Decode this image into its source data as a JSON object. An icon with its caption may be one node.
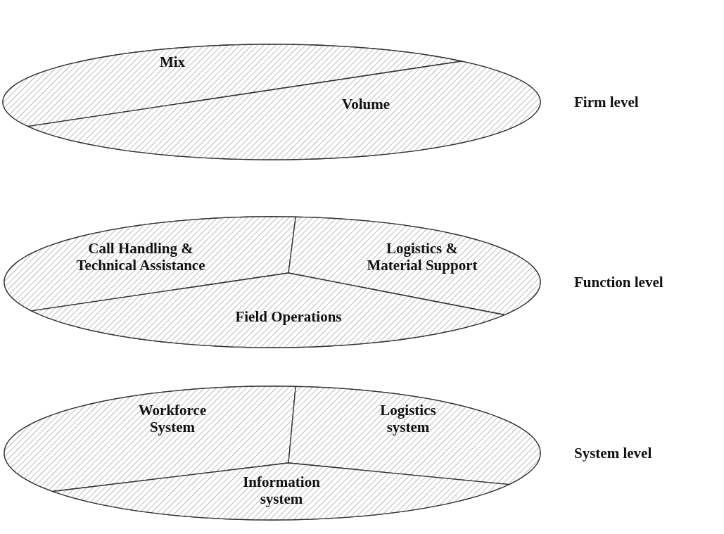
{
  "diagram": {
    "nodes": [
      {
        "text": [],
        "shape": "ellipse",
        "beside": [
          "Firm level"
        ]
      },
      {
        "text": [
          "Mix"
        ],
        "in": 0
      },
      {
        "text": [
          "Volume"
        ],
        "in": 0
      },
      {
        "text": [],
        "shape": "ellipse",
        "beside": [
          "Function level"
        ]
      },
      {
        "text": [
          "Call Handling & Technical Assistance"
        ],
        "in": 3
      },
      {
        "text": [
          "Logistics & Material Support"
        ],
        "in": 3
      },
      {
        "text": [
          "Field Operations"
        ],
        "in": 3
      },
      {
        "text": [],
        "shape": "ellipse",
        "beside": [
          "System level"
        ]
      },
      {
        "text": [
          "Workforce System"
        ],
        "in": 7
      },
      {
        "text": [
          "Logistics system"
        ],
        "in": 7
      },
      {
        "text": [
          "Information system"
        ],
        "in": 7
      }
    ]
  }
}
